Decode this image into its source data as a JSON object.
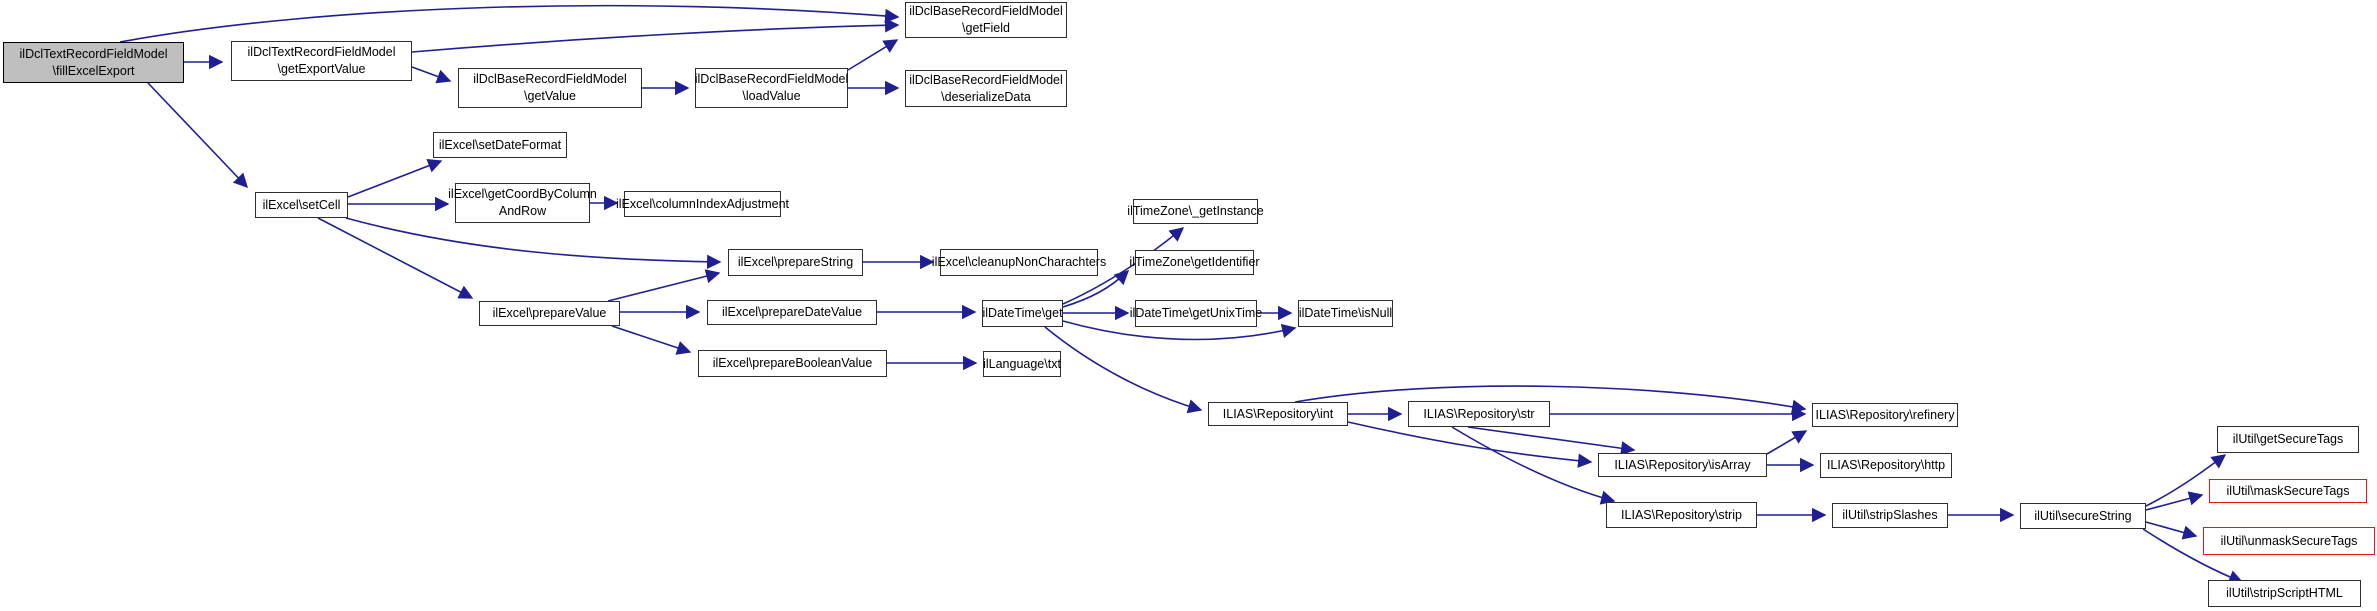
{
  "colors": {
    "edge": "#1f1f93",
    "node_border": "#2e2e2e",
    "highlight_fill": "#bfbfbf",
    "truncated_border": "#ee1111",
    "background": "#ffffff",
    "text": "#000000"
  },
  "graph": {
    "nodes": {
      "fillExcelExport": {
        "l1": "ilDclTextRecordFieldModel",
        "l2": "\\fillExcelExport"
      },
      "getExportValue": {
        "l1": "ilDclTextRecordFieldModel",
        "l2": "\\getExportValue"
      },
      "getValue": {
        "l1": "ilDclBaseRecordFieldModel",
        "l2": "\\getValue"
      },
      "loadValue": {
        "l1": "ilDclBaseRecordFieldModel",
        "l2": "\\loadValue"
      },
      "getField": {
        "l1": "ilDclBaseRecordFieldModel",
        "l2": "\\getField"
      },
      "deserializeData": {
        "l1": "ilDclBaseRecordFieldModel",
        "l2": "\\deserializeData"
      },
      "setCell": {
        "l1": "ilExcel\\setCell"
      },
      "setDateFormat": {
        "l1": "ilExcel\\setDateFormat"
      },
      "getCoordByColumnAndRow": {
        "l1": "ilExcel\\getCoordByColumn",
        "l2": "AndRow"
      },
      "columnIndexAdjustment": {
        "l1": "ilExcel\\columnIndexAdjustment"
      },
      "prepareString": {
        "l1": "ilExcel\\prepareString"
      },
      "cleanupNonCharachters": {
        "l1": "ilExcel\\cleanupNonCharachters"
      },
      "prepareValue": {
        "l1": "ilExcel\\prepareValue"
      },
      "prepareDateValue": {
        "l1": "ilExcel\\prepareDateValue"
      },
      "prepareBooleanValue": {
        "l1": "ilExcel\\prepareBooleanValue"
      },
      "txt": {
        "l1": "ilLanguage\\txt"
      },
      "get": {
        "l1": "ilDateTime\\get"
      },
      "getInstance": {
        "l1": "ilTimeZone\\_getInstance"
      },
      "getIdentifier": {
        "l1": "ilTimeZone\\getIdentifier"
      },
      "getUnixTime": {
        "l1": "ilDateTime\\getUnixTime"
      },
      "isNull": {
        "l1": "ilDateTime\\isNull"
      },
      "int": {
        "l1": "ILIAS\\Repository\\int"
      },
      "str": {
        "l1": "ILIAS\\Repository\\str"
      },
      "isArray": {
        "l1": "ILIAS\\Repository\\isArray"
      },
      "http": {
        "l1": "ILIAS\\Repository\\http"
      },
      "refinery": {
        "l1": "ILIAS\\Repository\\refinery"
      },
      "strip": {
        "l1": "ILIAS\\Repository\\strip"
      },
      "stripSlashes": {
        "l1": "ilUtil\\stripSlashes"
      },
      "secureString": {
        "l1": "ilUtil\\secureString"
      },
      "getSecureTags": {
        "l1": "ilUtil\\getSecureTags"
      },
      "maskSecureTags": {
        "l1": "ilUtil\\maskSecureTags"
      },
      "unmaskSecureTags": {
        "l1": "ilUtil\\unmaskSecureTags"
      },
      "stripScriptHTML": {
        "l1": "ilUtil\\stripScriptHTML"
      }
    },
    "edges": [
      {
        "from": "fillExcelExport",
        "to": "getExportValue"
      },
      {
        "from": "fillExcelExport",
        "to": "getField"
      },
      {
        "from": "fillExcelExport",
        "to": "setCell"
      },
      {
        "from": "getExportValue",
        "to": "getField"
      },
      {
        "from": "getExportValue",
        "to": "getValue"
      },
      {
        "from": "getValue",
        "to": "loadValue"
      },
      {
        "from": "loadValue",
        "to": "getField"
      },
      {
        "from": "loadValue",
        "to": "deserializeData"
      },
      {
        "from": "setCell",
        "to": "setDateFormat"
      },
      {
        "from": "setCell",
        "to": "getCoordByColumnAndRow"
      },
      {
        "from": "setCell",
        "to": "prepareString"
      },
      {
        "from": "setCell",
        "to": "prepareValue"
      },
      {
        "from": "getCoordByColumnAndRow",
        "to": "columnIndexAdjustment"
      },
      {
        "from": "prepareValue",
        "to": "prepareString"
      },
      {
        "from": "prepareValue",
        "to": "prepareDateValue"
      },
      {
        "from": "prepareValue",
        "to": "prepareBooleanValue"
      },
      {
        "from": "prepareString",
        "to": "cleanupNonCharachters"
      },
      {
        "from": "prepareDateValue",
        "to": "get"
      },
      {
        "from": "prepareBooleanValue",
        "to": "txt"
      },
      {
        "from": "get",
        "to": "getInstance"
      },
      {
        "from": "get",
        "to": "getIdentifier"
      },
      {
        "from": "get",
        "to": "getUnixTime"
      },
      {
        "from": "get",
        "to": "isNull"
      },
      {
        "from": "get",
        "to": "int"
      },
      {
        "from": "getUnixTime",
        "to": "isNull"
      },
      {
        "from": "int",
        "to": "str"
      },
      {
        "from": "int",
        "to": "refinery"
      },
      {
        "from": "int",
        "to": "isArray"
      },
      {
        "from": "str",
        "to": "refinery"
      },
      {
        "from": "str",
        "to": "isArray"
      },
      {
        "from": "str",
        "to": "strip"
      },
      {
        "from": "isArray",
        "to": "refinery"
      },
      {
        "from": "isArray",
        "to": "http"
      },
      {
        "from": "strip",
        "to": "stripSlashes"
      },
      {
        "from": "stripSlashes",
        "to": "secureString"
      },
      {
        "from": "secureString",
        "to": "getSecureTags"
      },
      {
        "from": "secureString",
        "to": "maskSecureTags"
      },
      {
        "from": "secureString",
        "to": "unmaskSecureTags"
      },
      {
        "from": "secureString",
        "to": "stripScriptHTML"
      }
    ]
  }
}
